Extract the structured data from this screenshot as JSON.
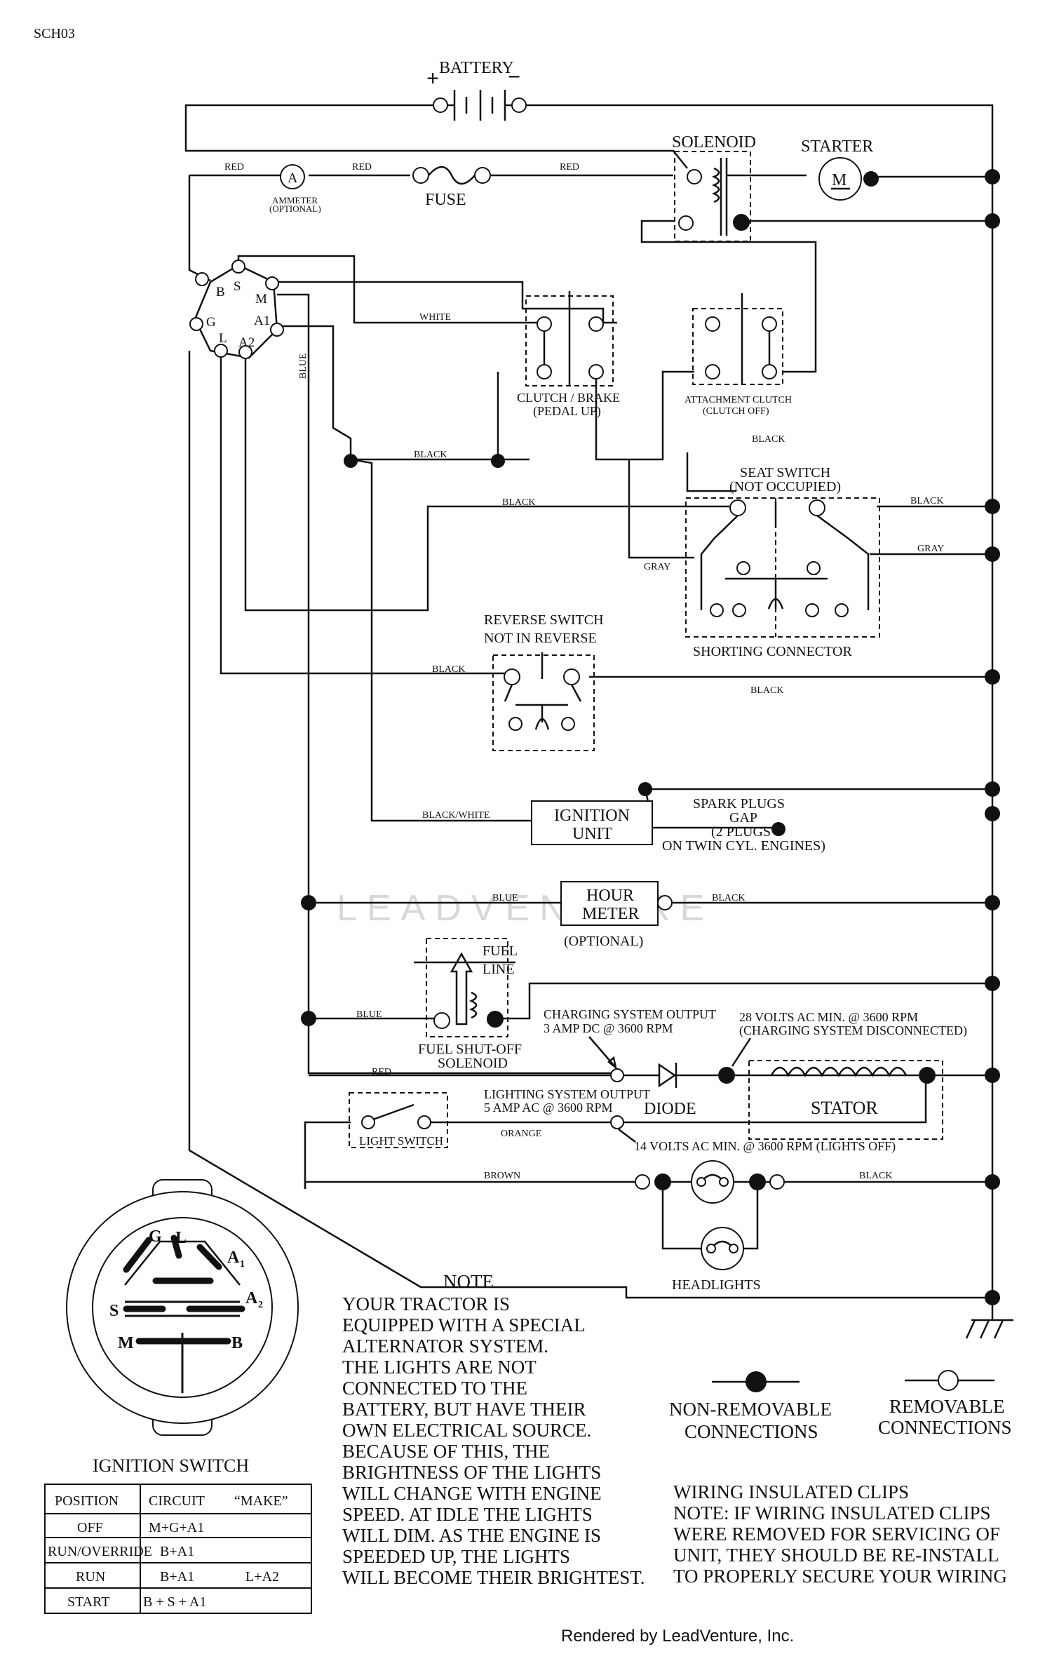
{
  "header": {
    "code": "SCH03"
  },
  "components": {
    "battery": "BATTERY",
    "battery_plus": "+",
    "battery_minus": "−",
    "solenoid": "SOLENOID",
    "starter": "STARTER",
    "starter_symbol": "M",
    "ammeter_symbol": "A",
    "ammeter": "AMMETER",
    "ammeter_optional": "(OPTIONAL)",
    "fuse": "FUSE",
    "clutch_brake": "CLUTCH / BRAKE",
    "clutch_brake_sub": "(PEDAL UP)",
    "attachment_clutch": "ATTACHMENT CLUTCH",
    "attachment_clutch_sub": "(CLUTCH OFF)",
    "seat_switch": "SEAT SWITCH",
    "seat_switch_sub": "(NOT OCCUPIED)",
    "shorting_connector": "SHORTING CONNECTOR",
    "reverse_switch": "REVERSE SWITCH",
    "reverse_switch_sub": "NOT IN REVERSE",
    "ignition_unit_1": "IGNITION",
    "ignition_unit_2": "UNIT",
    "spark_plugs_1": "SPARK PLUGS",
    "spark_plugs_2": "GAP",
    "spark_plugs_3": "(2 PLUGS",
    "spark_plugs_4": "ON TWIN CYL. ENGINES)",
    "hour_meter_1": "HOUR",
    "hour_meter_2": "METER",
    "hour_meter_optional": "(OPTIONAL)",
    "fuel_line_1": "FUEL",
    "fuel_line_2": "LINE",
    "fuel_solenoid_1": "FUEL SHUT-OFF",
    "fuel_solenoid_2": "SOLENOID",
    "charging_output_1": "CHARGING SYSTEM OUTPUT",
    "charging_output_2": "3 AMP DC @ 3600 RPM",
    "ac_min_1": "28 VOLTS AC MIN. @ 3600 RPM",
    "ac_min_2": "(CHARGING SYSTEM DISCONNECTED)",
    "diode": "DIODE",
    "stator": "STATOR",
    "lighting_output_1": "LIGHTING SYSTEM OUTPUT",
    "lighting_output_2": "5 AMP AC @ 3600 RPM",
    "light_ac_min": "14 VOLTS AC MIN. @ 3600 RPM (LIGHTS OFF)",
    "light_switch": "LIGHT SWITCH",
    "headlights": "HEADLIGHTS"
  },
  "switch_terminals": {
    "B": "B",
    "S": "S",
    "M": "M",
    "G": "G",
    "A1": "A1",
    "L": "L",
    "A2": "A2"
  },
  "wire_colors": {
    "red": "RED",
    "white": "WHITE",
    "blue": "BLUE",
    "black": "BLACK",
    "gray": "GRAY",
    "black_white": "BLACK/WHITE",
    "orange": "ORANGE",
    "brown": "BROWN"
  },
  "ignition_switch": {
    "title": "IGNITION SWITCH",
    "face_labels": {
      "G": "G",
      "L": "L",
      "A1": "A",
      "A1_sub": "1",
      "A2": "A",
      "A2_sub": "2",
      "S": "S",
      "M": "M",
      "B": "B"
    },
    "headers": [
      "POSITION",
      "CIRCUIT",
      "“MAKE”"
    ],
    "rows": [
      {
        "position": "OFF",
        "circuit": "M+G+A1",
        "make": ""
      },
      {
        "position": "RUN/OVERRIDE",
        "circuit": "B+A1",
        "make": ""
      },
      {
        "position": "RUN",
        "circuit": "B+A1",
        "make": "L+A2"
      },
      {
        "position": "START",
        "circuit": "B + S + A1",
        "make": ""
      }
    ]
  },
  "note": {
    "title": "NOTE",
    "lines": [
      "YOUR TRACTOR IS",
      "EQUIPPED WITH A SPECIAL",
      "ALTERNATOR SYSTEM.",
      "THE LIGHTS ARE NOT",
      "CONNECTED TO THE",
      "BATTERY, BUT HAVE THEIR",
      "OWN ELECTRICAL SOURCE.",
      "BECAUSE OF THIS, THE",
      "BRIGHTNESS OF THE LIGHTS",
      "WILL CHANGE WITH ENGINE",
      "SPEED.  AT IDLE THE LIGHTS",
      "WILL DIM.  AS THE ENGINE IS",
      "SPEEDED UP, THE LIGHTS",
      "WILL BECOME THEIR BRIGHTEST."
    ]
  },
  "legend": {
    "non_removable_1": "NON-REMOVABLE",
    "non_removable_2": "CONNECTIONS",
    "removable_1": "REMOVABLE",
    "removable_2": "CONNECTIONS"
  },
  "clips_note": {
    "lines": [
      "WIRING INSULATED CLIPS",
      "NOTE:  IF WIRING INSULATED CLIPS",
      "WERE REMOVED FOR SERVICING OF",
      "UNIT, THEY SHOULD BE RE-INSTALL",
      "TO PROPERLY SECURE YOUR WIRING"
    ]
  },
  "watermark": "LEADVENTURE",
  "footer": "Rendered by LeadVenture, Inc."
}
